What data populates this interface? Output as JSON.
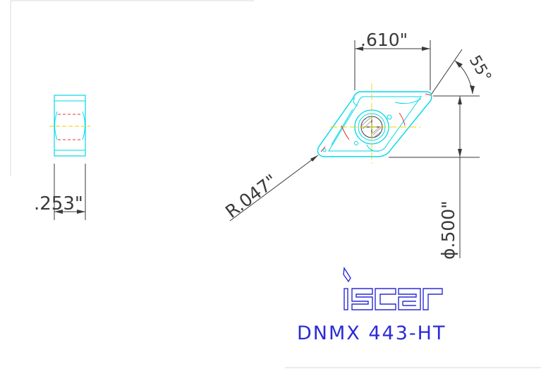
{
  "drawing": {
    "dimensions": {
      "width": ".610\"",
      "angle": "55°",
      "thickness": ".253\"",
      "radius": "R.047\"",
      "inscribed_circle": "ϕ.500\""
    },
    "brand": {
      "logo_text": "iscar",
      "product_code": "DNMX 443-HT"
    },
    "colors": {
      "outline": "#00d8e8",
      "dimension_line": "#3a3a3a",
      "centerline": "#e8d000",
      "hidden_line": "#e83030",
      "brand": "#2b2bd9"
    }
  }
}
